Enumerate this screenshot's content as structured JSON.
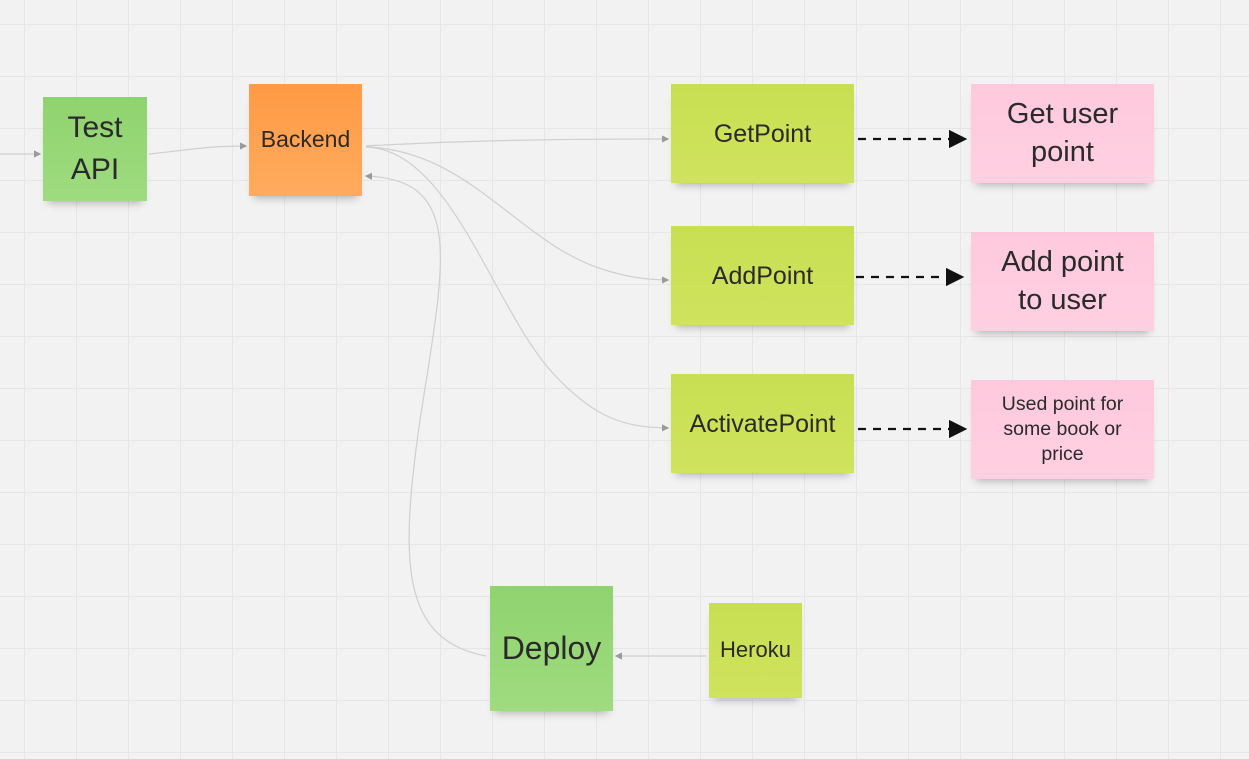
{
  "board": {
    "notes": {
      "test_api": "Test\nAPI",
      "backend": "Backend",
      "getpoint": "GetPoint",
      "addpoint": "AddPoint",
      "activatepoint": "ActivatePoint",
      "get_user_point": "Get user\npoint",
      "add_point_to_user": "Add point\nto user",
      "used_point": "Used point for\nsome book or\nprice",
      "deploy": "Deploy",
      "heroku": "Heroku"
    }
  },
  "colors": {
    "board_background": "#f2f2f2",
    "grid_line": "#e6e6e6",
    "green_note": "#98d978",
    "lime_note": "#cbe158",
    "orange_note": "#ffa250",
    "pink_note": "#ffcfe0",
    "connector": "#c9c9c9",
    "dashed_arrow": "#111111"
  }
}
